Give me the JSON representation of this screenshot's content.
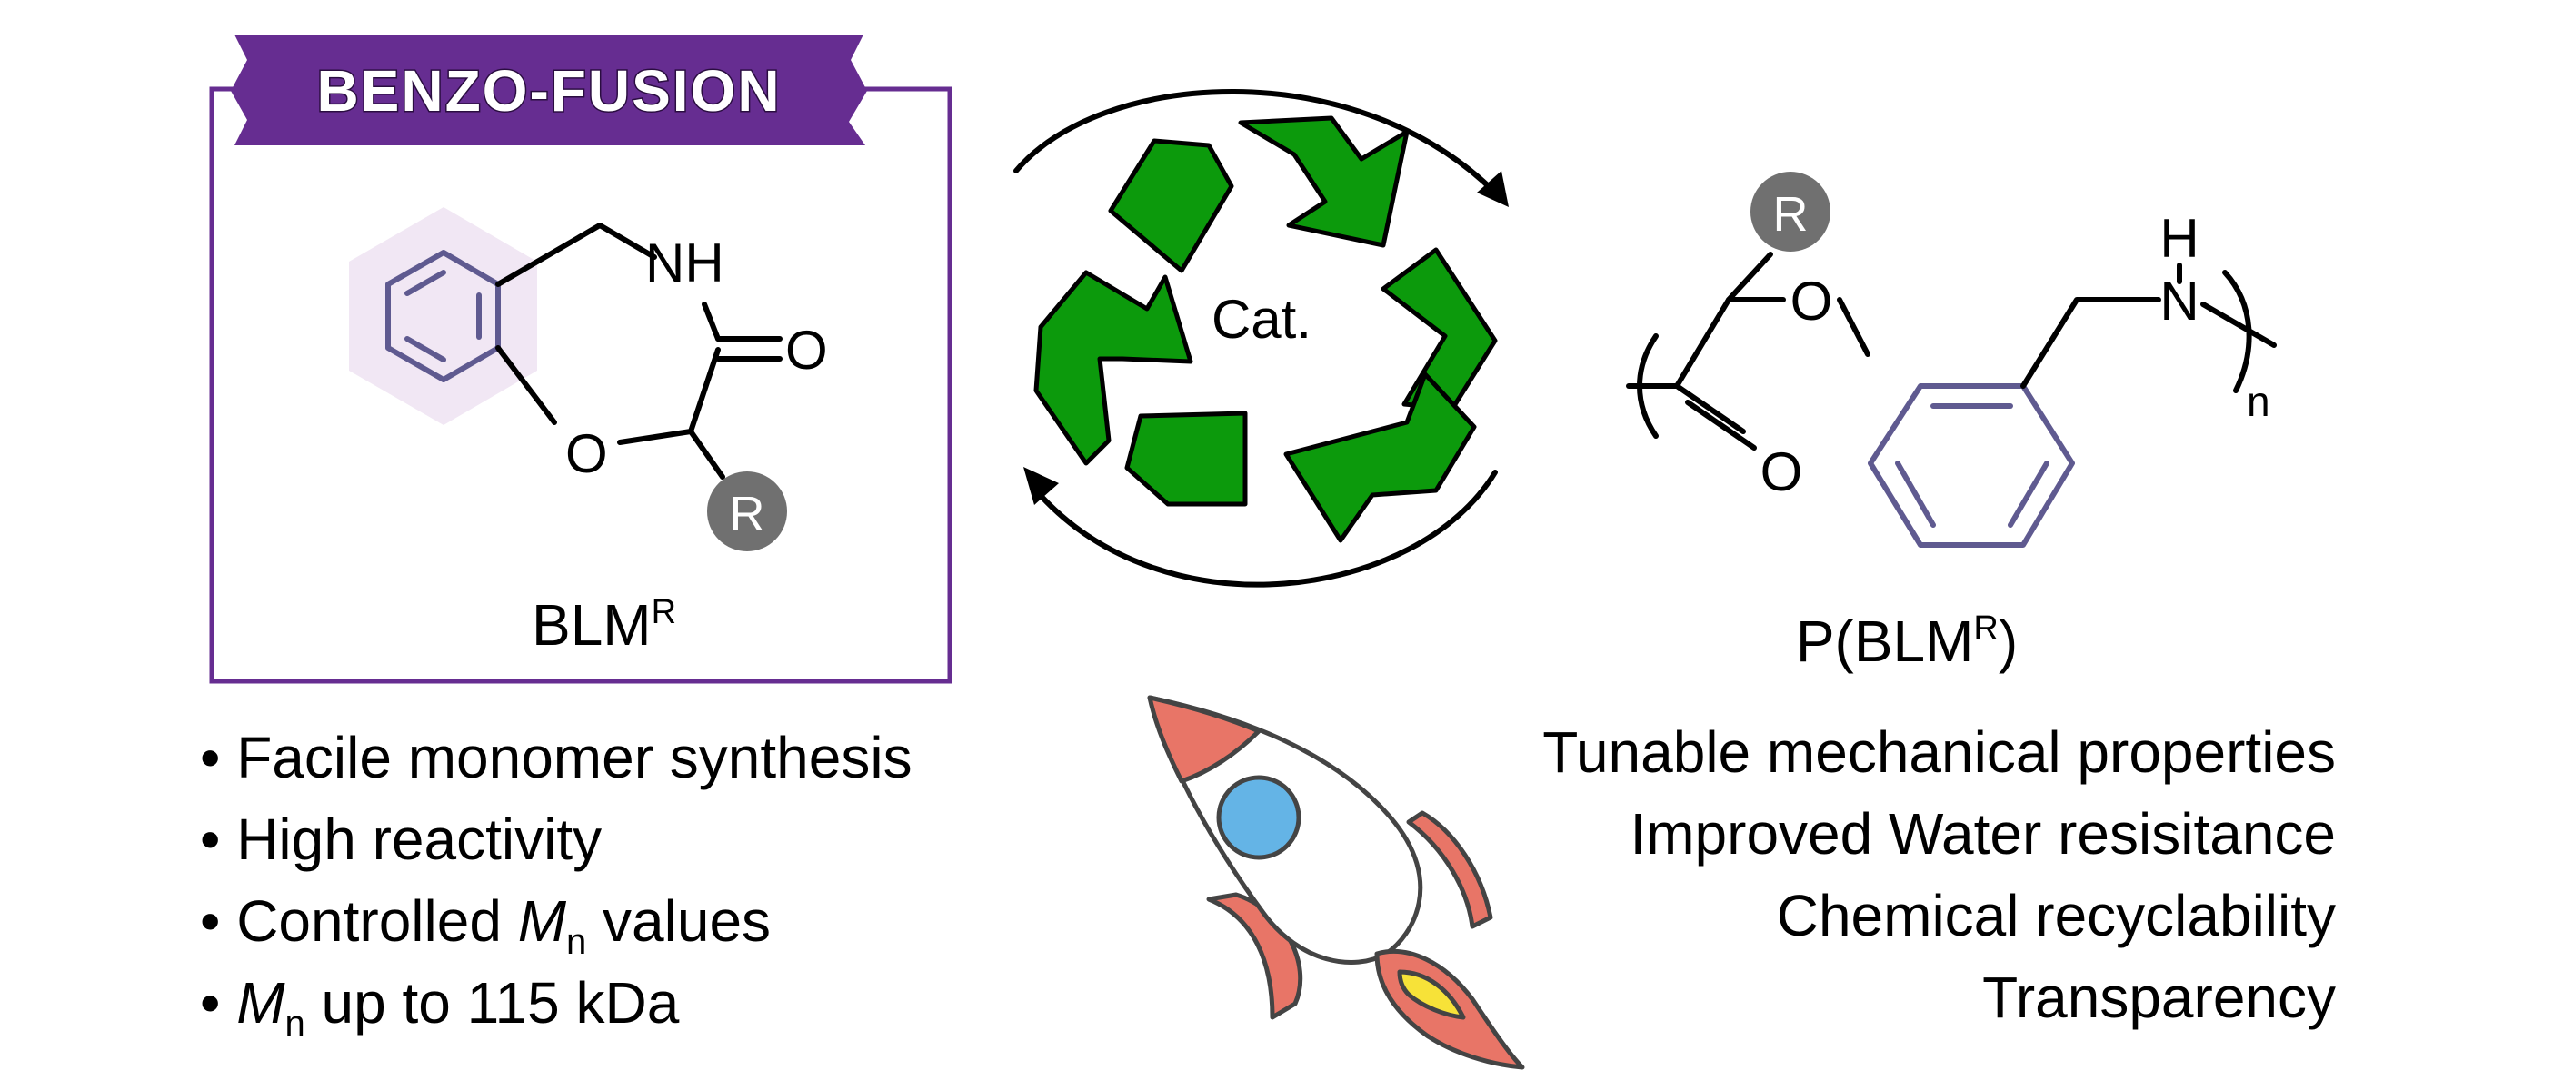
{
  "banner": {
    "label": "BENZO-FUSION",
    "color": "#662d91"
  },
  "monomer": {
    "nh_label": "NH",
    "o_carbonyl": "O",
    "o_ring": "O",
    "r_label": "R",
    "name_main": "BLM",
    "name_sup": "R",
    "ring_color": "#5f5a90",
    "highlight_color": "#efe4f3"
  },
  "catalyst": {
    "label": "Cat.",
    "arrow_color": "#0c9a0c"
  },
  "polymer": {
    "r_label": "R",
    "o_ether": "O",
    "o_carbonyl": "O",
    "h_label": "H",
    "n_label": "N",
    "subscript_n": "n",
    "name_prefix": "P(BLM",
    "name_sup": "R",
    "name_suffix": ")"
  },
  "features_left": [
    {
      "text": "Facile monomer synthesis"
    },
    {
      "text": "High reactivity"
    },
    {
      "pre": "Controlled ",
      "italic": "M",
      "sub": "n",
      "post": " values"
    },
    {
      "pre": "",
      "italic": "M",
      "sub": "n",
      "post": " up to 115 kDa"
    }
  ],
  "features_right": [
    "Tunable mechanical properties",
    "Improved Water resisitance",
    "Chemical recyclability",
    "Transparency"
  ],
  "rocket": {
    "body_color": "#ffffff",
    "fin_color": "#e87567",
    "window_color": "#64b4e6",
    "flame_color": "#f7e238",
    "outline_color": "#444444"
  }
}
